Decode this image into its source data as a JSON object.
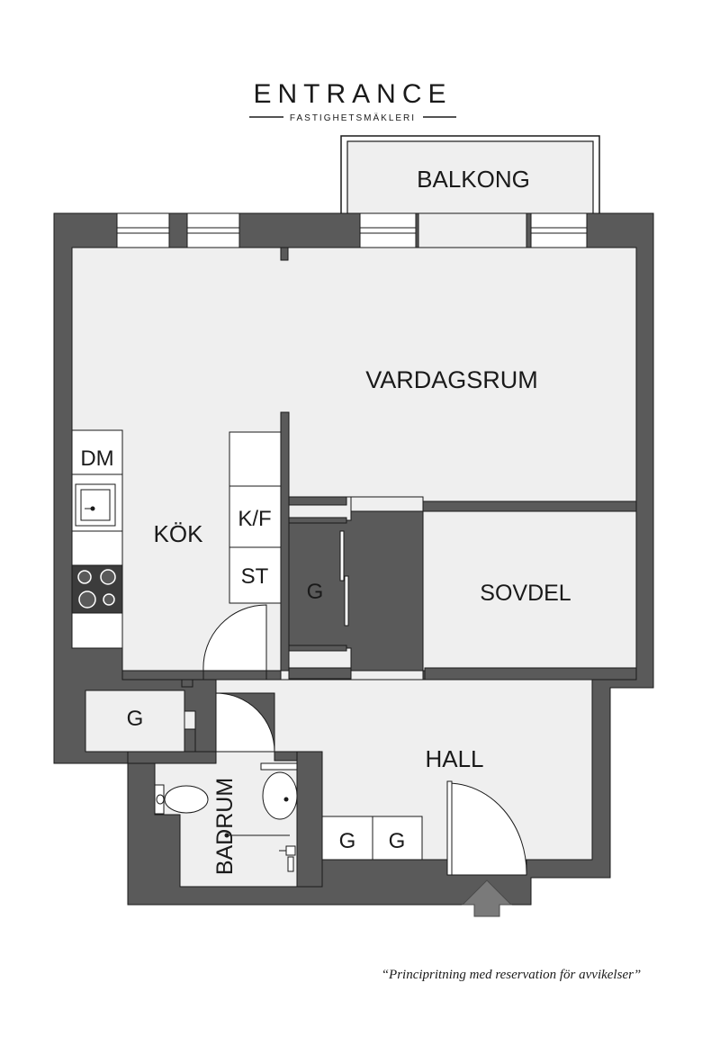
{
  "brand": {
    "name": "ENTRANCE",
    "tagline": "FASTIGHETSMÄKLERI"
  },
  "rooms": {
    "balcony": "BALKONG",
    "living": "VARDAGSRUM",
    "kitchen": "KÖK",
    "bedroom": "SOVDEL",
    "hall": "HALL",
    "bathroom": "BADRUM",
    "wardrobe_main": "G",
    "storage_left": "G",
    "hall_closet_1": "G",
    "hall_closet_2": "G"
  },
  "appliances": {
    "dishwasher": "DM",
    "fridge_freezer": "K/F",
    "cabinet": "ST"
  },
  "disclaimer": "“Principritning med reservation för avvikelser”",
  "colors": {
    "wall": "#5a5a5a",
    "floor": "#efefef",
    "outline": "#1a1a1a",
    "arrow": "#7a7a7a"
  }
}
